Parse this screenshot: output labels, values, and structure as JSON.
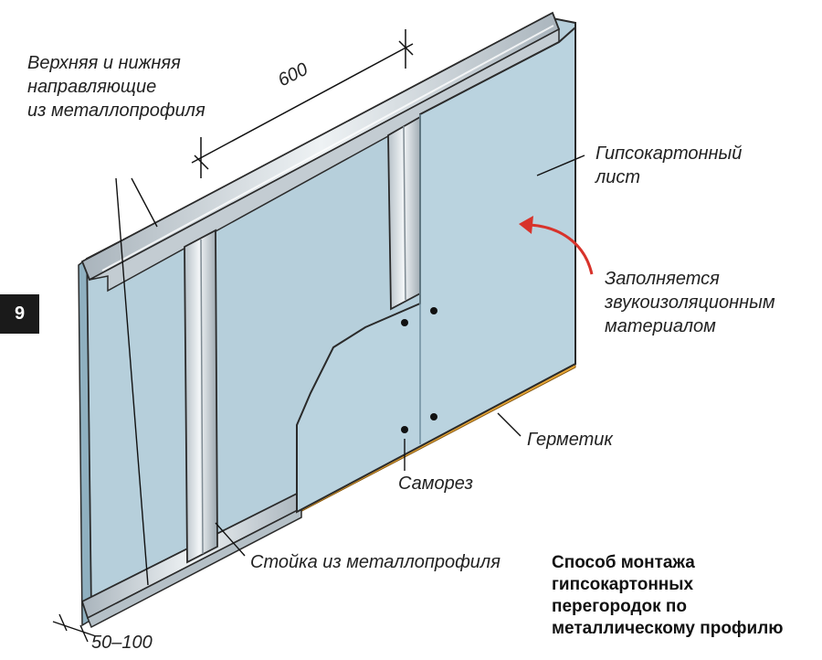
{
  "figure_number": "9",
  "labels": {
    "guides": [
      "Верхняя и нижняя",
      "направляющие",
      "из металлопрофиля"
    ],
    "spacing": "600",
    "gypsum_sheet": [
      "Гипсокартонный",
      "лист"
    ],
    "insulation": [
      "Заполняется",
      "звукоизоляционным",
      "материалом"
    ],
    "sealant": "Герметик",
    "screw": "Саморез",
    "stud": "Стойка из металлопрофиля",
    "thickness": "50–100"
  },
  "caption": [
    "Способ монтажа",
    "гипсокартонных",
    "перегородок по",
    "металлическому профилю"
  ],
  "colors": {
    "gypsum": "#b7d0dc",
    "metal": "#c9d2d8",
    "sealant": "#e8a838",
    "arrow": "#d8332b",
    "outline": "#2a2a2a"
  }
}
